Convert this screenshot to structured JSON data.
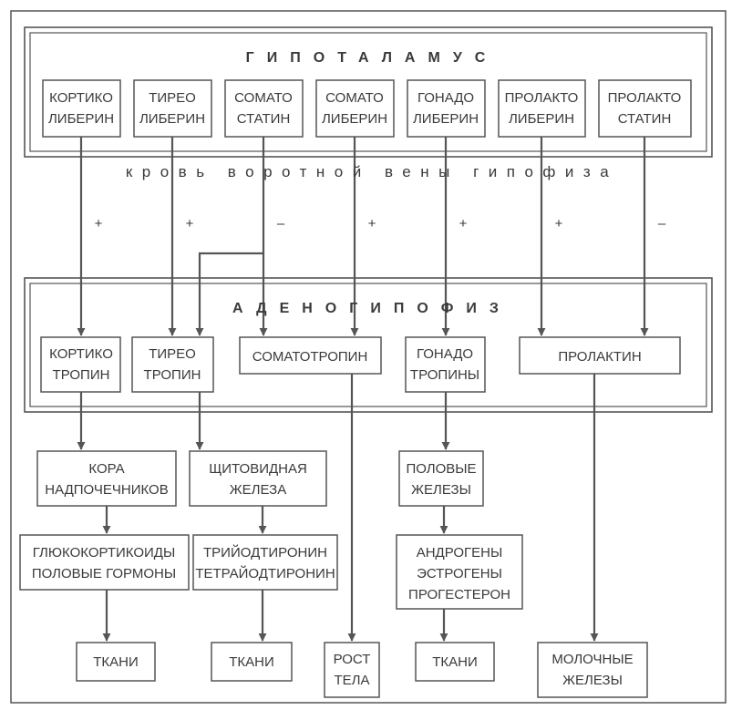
{
  "hypothalamus_title": "ГИПОТАЛАМУС",
  "portal_label": "кровь воротной вены гипофиза",
  "adenohypophysis_title": "АДЕНОГИПОФИЗ",
  "hypothalamus_hormones": [
    {
      "line1": "КОРТИКО",
      "line2": "ЛИБЕРИН",
      "sign": "+"
    },
    {
      "line1": "ТИРЕО",
      "line2": "ЛИБЕРИН",
      "sign": "+"
    },
    {
      "line1": "СОМАТО",
      "line2": "СТАТИН",
      "sign": "–"
    },
    {
      "line1": "СОМАТО",
      "line2": "ЛИБЕРИН",
      "sign": "+"
    },
    {
      "line1": "ГОНАДО",
      "line2": "ЛИБЕРИН",
      "sign": "+"
    },
    {
      "line1": "ПРОЛАКТО",
      "line2": "ЛИБЕРИН",
      "sign": "+"
    },
    {
      "line1": "ПРОЛАКТО",
      "line2": "СТАТИН",
      "sign": "–"
    }
  ],
  "pituitary_hormones": {
    "cortico": {
      "line1": "КОРТИКО",
      "line2": "ТРОПИН"
    },
    "thyreo": {
      "line1": "ТИРЕО",
      "line2": "ТРОПИН"
    },
    "somato": {
      "line1": "СОМАТОТРОПИН"
    },
    "gonado": {
      "line1": "ГОНАДО",
      "line2": "ТРОПИНЫ"
    },
    "prolactin": {
      "line1": "ПРОЛАКТИН"
    }
  },
  "target_glands": {
    "adrenal": {
      "line1": "КОРА",
      "line2": "НАДПОЧЕЧНИКОВ"
    },
    "thyroid": {
      "line1": "ЩИТОВИДНАЯ",
      "line2": "ЖЕЛЕЗА"
    },
    "gonads": {
      "line1": "ПОЛОВЫЕ",
      "line2": "ЖЕЛЕЗЫ"
    }
  },
  "peripheral_hormones": {
    "adrenal": {
      "line1": "ГЛЮКОКОРТИКОИДЫ",
      "line2": "ПОЛОВЫЕ ГОРМОНЫ"
    },
    "thyroid": {
      "line1": "ТРИЙОДТИРОНИН",
      "line2": "ТЕТРАЙОДТИРОНИН"
    },
    "gonads": {
      "line1": "АНДРОГЕНЫ",
      "line2": "ЭСТРОГЕНЫ",
      "line3": "ПРОГЕСТЕРОН"
    }
  },
  "targets": {
    "tissues_1": {
      "line1": "ТКАНИ"
    },
    "tissues_2": {
      "line1": "ТКАНИ"
    },
    "growth": {
      "line1": "РОСТ",
      "line2": "ТЕЛА"
    },
    "tissues_3": {
      "line1": "ТКАНИ"
    },
    "milk": {
      "line1": "МОЛОЧНЫЕ",
      "line2": "ЖЕЛЕЗЫ"
    }
  },
  "colors": {
    "stroke": "#555555",
    "text": "#3a3a3a",
    "background": "#ffffff"
  }
}
